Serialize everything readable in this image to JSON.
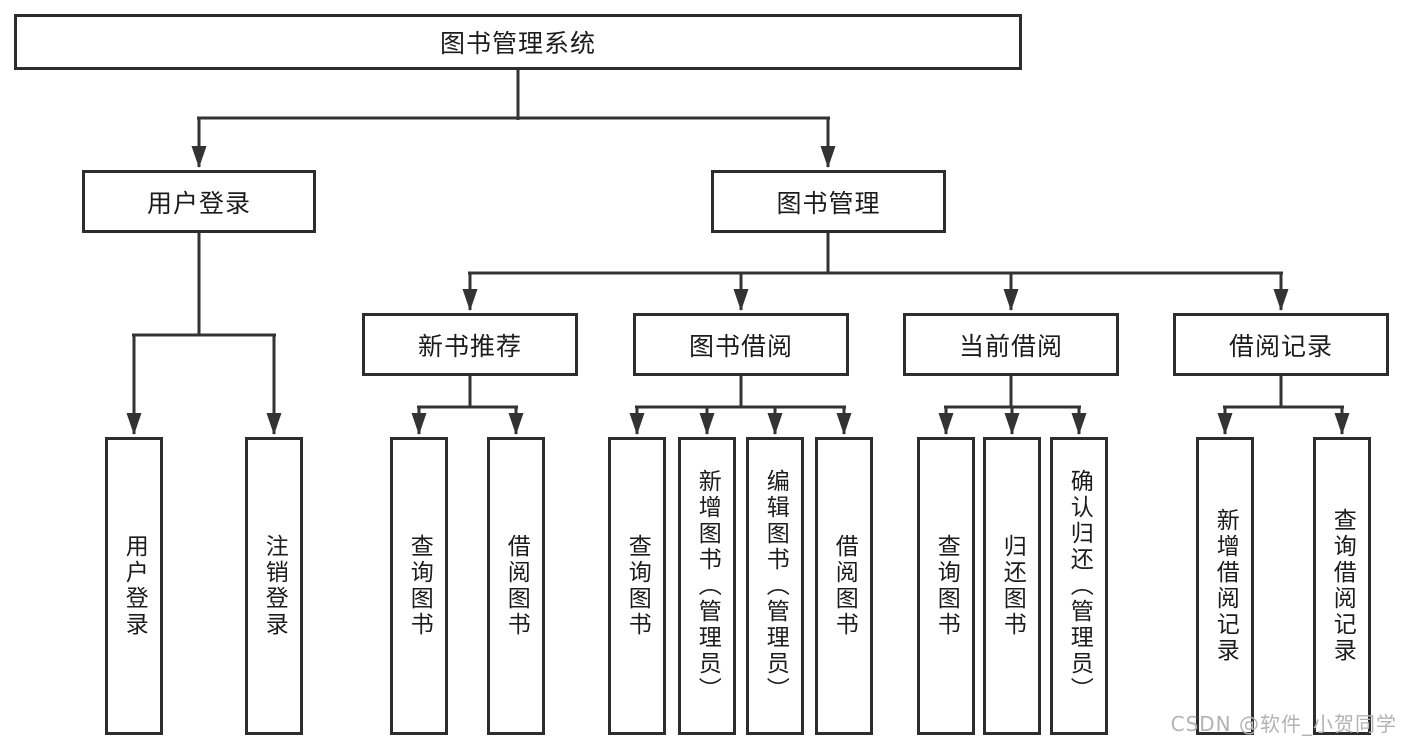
{
  "tree": {
    "label": "图书管理系统",
    "children": [
      {
        "label": "用户登录",
        "children": [
          {
            "label": "用户登录"
          },
          {
            "label": "注销登录"
          }
        ]
      },
      {
        "label": "图书管理",
        "children": [
          {
            "label": "新书推荐",
            "children": [
              {
                "label": "查询图书"
              },
              {
                "label": "借阅图书"
              }
            ]
          },
          {
            "label": "图书借阅",
            "children": [
              {
                "label": "查询图书"
              },
              {
                "label": "新增图书（管理员）"
              },
              {
                "label": "编辑图书（管理员）"
              },
              {
                "label": "借阅图书"
              }
            ]
          },
          {
            "label": "当前借阅",
            "children": [
              {
                "label": "查询图书"
              },
              {
                "label": "归还图书"
              },
              {
                "label": "确认归还（管理员）"
              }
            ]
          },
          {
            "label": "借阅记录",
            "children": [
              {
                "label": "新增借阅记录"
              },
              {
                "label": "查询借阅记录"
              }
            ]
          }
        ]
      }
    ]
  },
  "watermark": {
    "text": "CSDN @软件_小贺同学"
  },
  "colors": {
    "line": "#333333",
    "border": "#2d2d2d",
    "text": "#1c1c1c",
    "watermark": "#b3b3b3",
    "background": "#ffffff"
  }
}
